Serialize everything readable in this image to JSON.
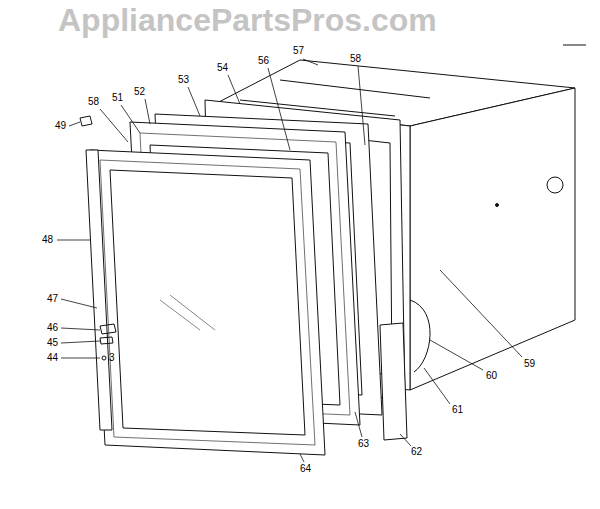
{
  "diagram": {
    "labels": [
      "AppliancePartsPros.com",
      "57",
      "56",
      "58",
      "54",
      "53",
      "52",
      "51",
      "58",
      "49",
      "48",
      "47",
      "46",
      "45",
      "44",
      "3",
      "59",
      "60",
      "61",
      "62",
      "63",
      "64"
    ]
  }
}
